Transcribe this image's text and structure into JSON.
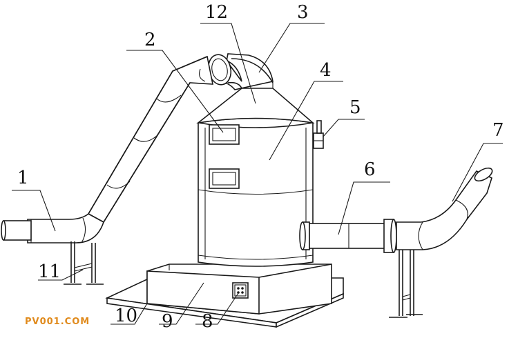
{
  "labels": {
    "l1": "1",
    "l2": "2",
    "l3": "3",
    "l4": "4",
    "l5": "5",
    "l6": "6",
    "l7": "7",
    "l8": "8",
    "l9": "9",
    "l10": "10",
    "l11": "11",
    "l12": "12"
  },
  "watermark": "PV001.COM"
}
